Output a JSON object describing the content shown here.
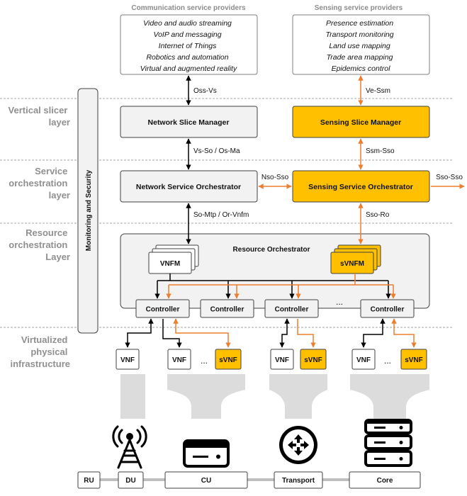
{
  "providers": {
    "communication": {
      "header": "Communication service providers",
      "items": [
        "Video and audio streaming",
        "VoIP and messaging",
        "Internet of Things",
        "Robotics and automation",
        "Virtual and augmented reality"
      ]
    },
    "sensing": {
      "header": "Sensing service providers",
      "items": [
        "Presence estimation",
        "Transport monitoring",
        "Land use mapping",
        "Trade area mapping",
        "Epidemics control"
      ]
    }
  },
  "layers": {
    "vertical_slicer": [
      "Vertical slicer",
      "layer"
    ],
    "service_orchestration": [
      "Service",
      "orchestration",
      "layer"
    ],
    "resource_orchestration": [
      "Resource",
      "orchestration",
      "Layer"
    ],
    "virtualized_infrastructure": [
      "Virtualized",
      "physical",
      "infrastructure"
    ]
  },
  "monitoring": {
    "label": "Monitoring and Security"
  },
  "components": {
    "network_slice_manager": "Network Slice Manager",
    "sensing_slice_manager": "Sensing Slice Manager",
    "network_service_orchestrator": "Network Service Orchestrator",
    "sensing_service_orchestrator": "Sensing Service Orchestrator",
    "resource_orchestrator": "Resource Orchestrator",
    "vnfm": "VNFM",
    "svnfm": "sVNFM",
    "controller": "Controller",
    "vnf": "VNF",
    "svnf": "sVNF",
    "ellipsis": "..."
  },
  "interfaces": {
    "oss_vs": "Oss-Vs",
    "ve_ssm": "Ve-Ssm",
    "vs_so_os_ma": "Vs-So / Os-Ma",
    "ssm_sso": "Ssm-Sso",
    "nso_sso": "Nso-Sso",
    "sso_sso": "Sso-Sso",
    "so_mtp_or_vnfm": "So-Mtp / Or-Vnfm",
    "sso_ro": "Sso-Ro"
  },
  "network_nodes": [
    "RU",
    "DU",
    "CU",
    "Transport",
    "Core"
  ],
  "icons": {
    "du": "radio-tower-icon",
    "cu": "server-unit-icon",
    "transport": "router-icon",
    "core": "server-stack-icon"
  },
  "colors": {
    "sensing_accent": "#FFC000",
    "sensing_line": "#ED7D31",
    "neutral_box": "#F2F2F2",
    "layer_text": "#909090"
  }
}
